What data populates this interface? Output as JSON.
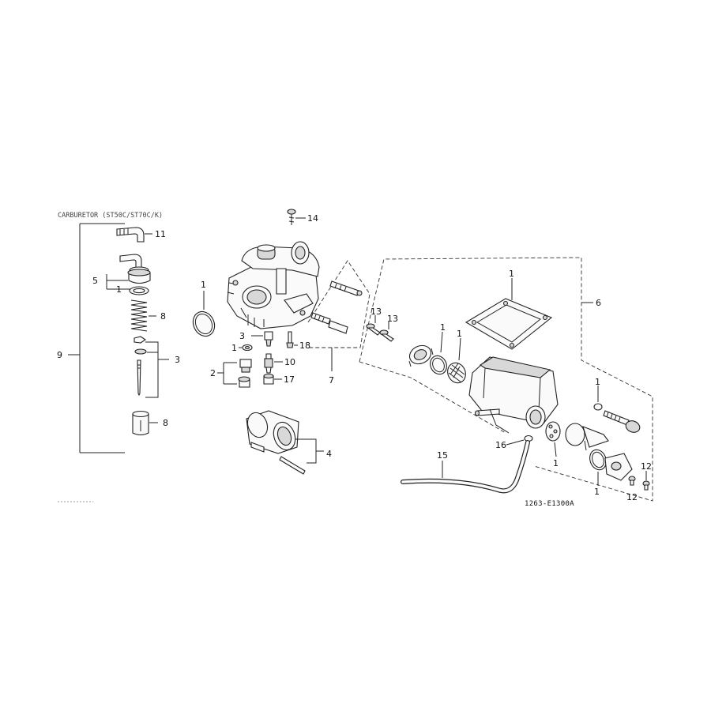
{
  "title": "CARBURETOR (ST50C/ST70C/K)",
  "diagram_code": "1263-E1300A",
  "callouts": {
    "c11": "11",
    "c5": "5",
    "c1a": "1",
    "c8a": "8",
    "c9": "9",
    "c3a": "3",
    "c8b": "8",
    "c14": "14",
    "c1b": "1",
    "c3b": "3",
    "c1c": "1",
    "c2": "2",
    "c18": "18",
    "c10": "10",
    "c17": "17",
    "c7": "7",
    "c4": "4",
    "c1d": "1",
    "c6": "6",
    "c13a": "13",
    "c13b": "13",
    "c1e": "1",
    "c1f": "1",
    "c1g": "1",
    "c16": "16",
    "c15": "15",
    "c1h": "1",
    "c1i": "1",
    "c12a": "12",
    "c12b": "12"
  }
}
